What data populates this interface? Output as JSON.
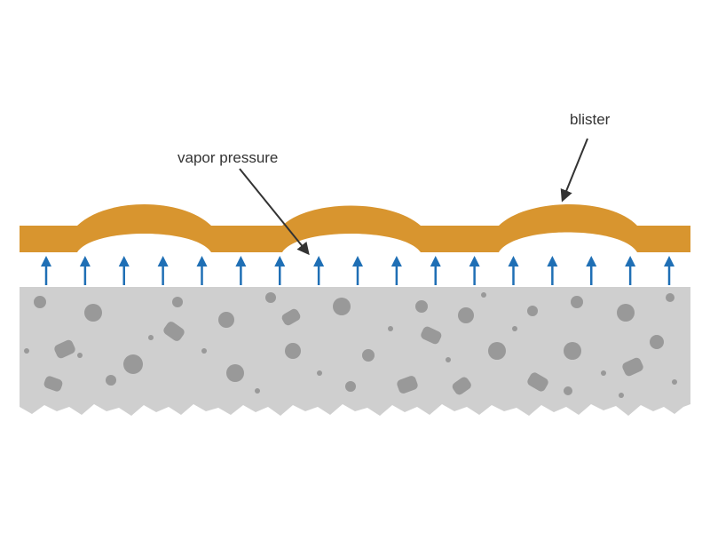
{
  "labels": {
    "vapor_pressure": "vapor pressure",
    "blister": "blister"
  },
  "colors": {
    "coating": "#D8952F",
    "concrete": "#CFCFCF",
    "aggregate": "#999999",
    "arrow": "#1F6FB5",
    "pointer": "#333333",
    "text": "#333333"
  },
  "diagram": {
    "blister_count": 3,
    "vapor_arrow_count": 17
  }
}
